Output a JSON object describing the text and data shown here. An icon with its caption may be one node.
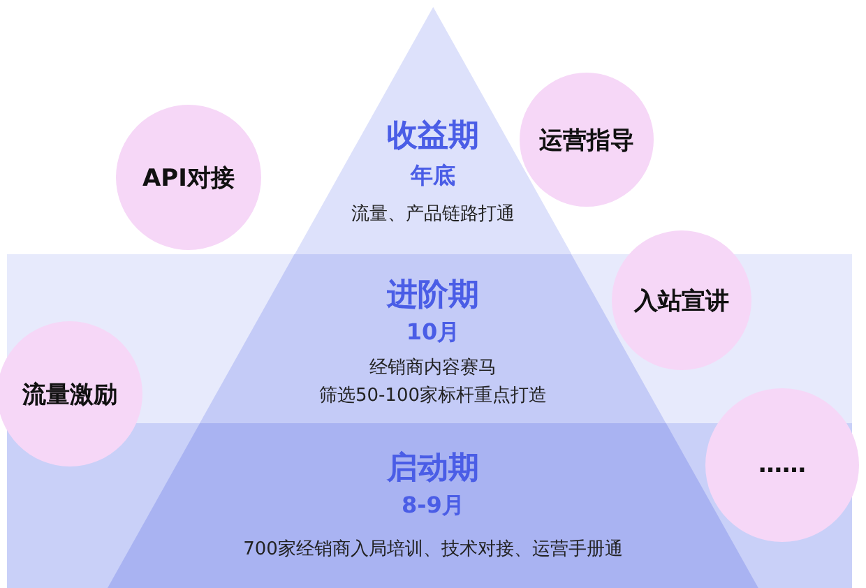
{
  "diagram": {
    "nodes": [
      {
        "text": [
          "收益期",
          "年底",
          "流量、产品链路打通"
        ]
      },
      {
        "text": [
          "进阶期",
          "10月",
          "经销商内容赛马",
          "筛选50-100家标杆重点打造"
        ]
      },
      {
        "text": [
          "启动期",
          "8-9月",
          "700家经销商入局培训、技术对接、运营手册通"
        ]
      },
      {
        "text": [
          "API对接"
        ]
      },
      {
        "text": [
          "运营指导"
        ]
      },
      {
        "text": [
          "入站宣讲"
        ]
      },
      {
        "text": [
          "流量激励"
        ]
      },
      {
        "text": [
          "……"
        ]
      }
    ]
  }
}
